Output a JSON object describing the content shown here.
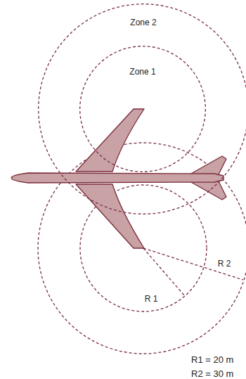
{
  "diagram": {
    "nodes": [
      {
        "text": [
          "Zone 2"
        ]
      },
      {
        "text": [
          "Zone 1"
        ],
        "in": 0
      }
    ],
    "labels": [
      "R 1",
      "R 2",
      "R1 = 20 m",
      "R2 = 30 m"
    ]
  }
}
